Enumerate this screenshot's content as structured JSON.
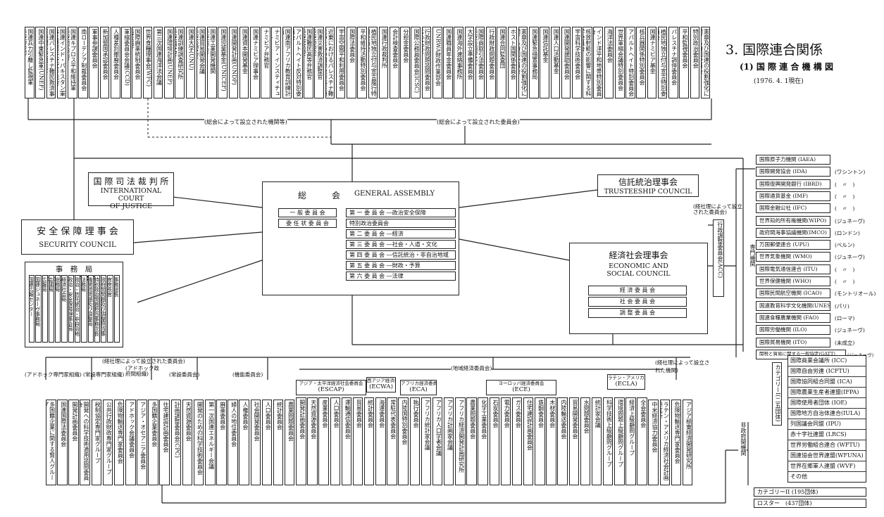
{
  "header": {
    "title": "3. 国際連合関係",
    "subtitle": "(1) 国 際 連 合 機 構 図",
    "date": "(1976. 4. 1現在)"
  },
  "top_notes": {
    "left": "(総会によって設立された機関等)",
    "right": "(総会によって設立された委員会)"
  },
  "top_boxes": [
    "国連兵力引離し監視軍(UNDOF)",
    "国連中東緊急軍(UNEF)",
    "国連パレスチナ難民救済事業機関(UNRWA)",
    "国連インド・パキスタン軍事監視団(UNMOGIP)",
    "国連キプロス平和維持軍(UNFICYP)",
    "南ローデシア制裁委員会",
    "軍事参謀委員会",
    "新加盟国承認委員会",
    "人種差別撤廃委員会",
    "軍縮委員会会議(CCD)",
    "国際麻薬統制委員会(INCB)",
    "世界食糧理事会(WFC)",
    "第三次国連海洋法会議",
    "国連環境計画(UNEP)",
    "国連訓練調査研究所(UNITAR)",
    "国連大学(UNU)",
    "国連貿易開発会議(UNCTAD)",
    "国連工業開発機関(UNIDO)",
    "国連児童基金(UNICEF)",
    "国連開発計画(UNDP)",
    "国連資本開発基金",
    "国連ナミビア理事会",
    "ナミビア弁務官",
    "ナミビア・インスティチュート",
    "国連南アフリカ教育訓練計画",
    "アパルトヘイト反対特別委員会",
    "国連難民高等弁務官(UNHCR)",
    "国連災害救済調整官(UNDRO)",
    "近東におけるパレスチナ難民のための国連救済事業機関諮問委員会",
    "宇宙空間平和利用委員会",
    "国際法委員会",
    "平和維持活動特別委員会",
    "植民地独立付与宣言履行特別委員会",
    "国連行政裁判所",
    "会計検査委員会",
    "分担金委員会",
    "国際公務員委員会(ICSC)",
    "行政財政問題諮問委員会(ACABQ)",
    "UNRWA財政作業部会",
    "国連職員年金委員会",
    "国連海外連絡事務所",
    "大学設立準備委員会",
    "国際商取引法委員会(UNCITRAL)",
    "行政財政問題委員会",
    "国連合同監査団",
    "ホスト国関係委員会",
    "憲章及び国連の役割強化に関する特別委員会",
    "国連緊急措置事務局",
    "国連信託基金",
    "国連人口活動基金",
    "国連開発援助委員会",
    "宇宙科学技術委員会",
    "核放射能の影響に関する科学委員会",
    "インド洋平和地帯特別委員会",
    "海洋法委員会",
    "世界軍縮会議特別委員会",
    "アパルトヘイト特別委員会",
    "核兵器関係特別委員会",
    "国連ナミビア基金",
    "植民地独立付与宣言特別委員会",
    "パレスチナ調停委員会",
    "平和監視委員会",
    "特別政治委員会",
    "憲章及び国連の役割強化に関する特別委員会"
  ],
  "icj": {
    "ja": "国 際 司 法 裁 判 所",
    "en1": "INTERNATIONAL COURT",
    "en2": "OF JUSTICE"
  },
  "trusteeship": {
    "ja": "信託統治理事会",
    "en": "TRUSTEESHIP COUNCIL"
  },
  "security": {
    "ja": "安 全 保 障 理 事 会",
    "en": "SECURITY COUNCIL"
  },
  "ga": {
    "ja": "総　　　会",
    "en": "GENERAL ASSEMBLY",
    "left": [
      "一 般 委 員 会",
      "委 任 状 委 員 会"
    ],
    "right": [
      "第 一 委 員 会 ―政治安全保障",
      "特別政治委員会",
      "第 二 委 員 会 ―経済",
      "第 三 委 員 会 ―社会・人道・文化",
      "第 四 委 員 会 ―信託統治・非自治地域",
      "第 五 委 員 会 ―財政・予算",
      "第 六 委 員 会 ―法律"
    ]
  },
  "secretariat": {
    "title": "事　務　局　SECRETARIAT",
    "cols": [
      "国連広報センター",
      "国連ジュネーヴ事務局",
      "広報局",
      "会議局",
      "総務局",
      "経済社会局",
      "政治・安全保障理事会局",
      "政治・信託統治・非自治地域局",
      "法務局",
      "機関間問題及び調整局",
      "特別政治問題担当事務次長",
      "政府間問題及び調整担当事務次長",
      "官房長官",
      "事務総長"
    ]
  },
  "ecosoc": {
    "ja": "経済社会理事会",
    "en1": "ECONOMIC AND",
    "en2": "SOCIAL COUNCIL",
    "committees": [
      "経 済 委 員 会",
      "社 会 委 員 会",
      "調 整 委 員 会"
    ]
  },
  "acc": {
    "note": "(経社理によって設立された委員会)",
    "box": "行政調整委員会(ACC)"
  },
  "specialized": {
    "label": "専門機関",
    "agencies": [
      {
        "name": "国際原子力機関 (IAEA)",
        "loc": ""
      },
      {
        "name": "国際開発協会 (IDA)",
        "loc": "(ワシントン)"
      },
      {
        "name": "国際復興開発銀行 (IBRD)",
        "loc": "(　〃　)"
      },
      {
        "name": "国際通貨基金 (IMF)",
        "loc": "(　〃　)"
      },
      {
        "name": "国際金融公社 (IFC)",
        "loc": "(　〃　)"
      },
      {
        "name": "世界知的所有権機関(WIPO)",
        "loc": "(ジュネーヴ)"
      },
      {
        "name": "政府間海事協議機関(IMCO)",
        "loc": "(ロンドン)"
      },
      {
        "name": "万国郵便連合 (UPU)",
        "loc": "(ベルン)"
      },
      {
        "name": "世界気象機関 (WMO)",
        "loc": "(ジュネーヴ)"
      },
      {
        "name": "国際電気通信連合 (ITU)",
        "loc": "(　〃　)"
      },
      {
        "name": "世界保健機関 (WHO)",
        "loc": "(　〃　)"
      },
      {
        "name": "国際民間航空機関 (ICAO)",
        "loc": "(モントリオール)"
      },
      {
        "name": "国連教育科学文化機関(UNESCO)",
        "loc": "(パリ)"
      },
      {
        "name": "国連食糧農業機関 (FAO)",
        "loc": "(ローマ)"
      },
      {
        "name": "国際労働機関 (ILO)",
        "loc": "(ジュネーヴ)"
      },
      {
        "name": "国際貿易機関 (ITO)",
        "loc": "(未成立)"
      },
      {
        "name": "関税と貿易に関する一般協定(GATT)",
        "loc": "(ジュネーヴ)"
      }
    ]
  },
  "ngo": {
    "label": "非政府間機関",
    "cat1_label": "カテゴリーI(二五団体)",
    "cat1": [
      "国際商業会議所 (ICC)",
      "国際自由労連 (ICFTU)",
      "国際協同組合同盟 (ICA)",
      "国際農業生産者連盟(IFPA)",
      "国際使用者団体 (IOE)",
      "国際地方自治体連合(IULA)",
      "列国議会同盟 (IPU)",
      "赤十字社連盟 (LRCS)",
      "世界労働組合連合 (WFTU)",
      "国連協会世界連盟(WFUNA)",
      "世界在郷軍人連盟 (WVF)",
      "その他"
    ],
    "cat2": "カテゴリーII (195団体)",
    "roster": "ロスター　(437団体)"
  },
  "bottom": {
    "note_left": "(経社理によって設立された委員会)",
    "note_right": "(経社理によって設立された機関)",
    "note_regional": "(地域経済委員会)",
    "groups": [
      "(アドホック専門家組織)",
      "(常設専門家組織)",
      "(アドホック政府間組織)",
      "(常設委員会)",
      "(機能委員会)"
    ],
    "regional_commissions": [
      {
        "label": "アジア・太平洋経済社会委員会",
        "abbr": "(ESCAP)"
      },
      {
        "label": "西アジア経済委員会",
        "abbr": "(ECWA)"
      },
      {
        "label": "アフリカ経済委員会",
        "abbr": "(ECA)"
      },
      {
        "label": "ヨーロッパ経済委員会",
        "abbr": "(ECE)"
      },
      {
        "label": "ラテン・アメリカ経済委員会",
        "abbr": "(ECLA)"
      }
    ],
    "boxes": [
      "多国籍企業に関する賢人グループ",
      "国連国際法委員会",
      "開発計画委員会",
      "開発への科学技術適用諮問委員会",
      "税制協定専門家グループ",
      "公共行政財政専門家グループ",
      "危険物輸送専門家委員会",
      "アドホック会議委員会",
      "アジア・オセアニア委員会",
      "多国籍企業委員会",
      "住宅建設計画委員会",
      "計画調整委員会(CPC)",
      "天然資源委員会",
      "開発のための科学技術委員会",
      "第一次国連エネルギー会議",
      "麻薬委員会",
      "婦人の地位委員会",
      "人権委員会",
      "社会開発委員会",
      "人口委員会",
      "統計委員会",
      "農業問題委員会",
      "開発計画委員会",
      "天然資源委員会",
      "産業委員会",
      "人口委員会",
      "運輸通信委員会",
      "貿易委員会",
      "統計委員会",
      "海運委員会",
      "常駐代表委員会",
      "内陸国特別委員会",
      "執行委員会",
      "アフリカ統計家会議",
      "アフリカ人口学者会議",
      "アフリカ計画家会議",
      "アフリカ経済開発計画研究所",
      "農業問題委員会",
      "化学工業委員会",
      "石炭委員会",
      "電力委員会",
      "ガス委員会",
      "住宅建設計画委員会",
      "鉄鋼委員会",
      "木材委員会",
      "内陸輸送委員会",
      "貿易開発委員会",
      "水問題委員会",
      "統計家会議",
      "科学技術上級顧問グループ",
      "環境問題上級顧問グループ",
      "経済上級顧問グループ",
      "全会委員会",
      "中米経済協力委員会",
      "ラテン・アメリカ経済社会計画研究所",
      "危険物輸送専門家委員会",
      "アジア極東経済開発研究所"
    ]
  }
}
